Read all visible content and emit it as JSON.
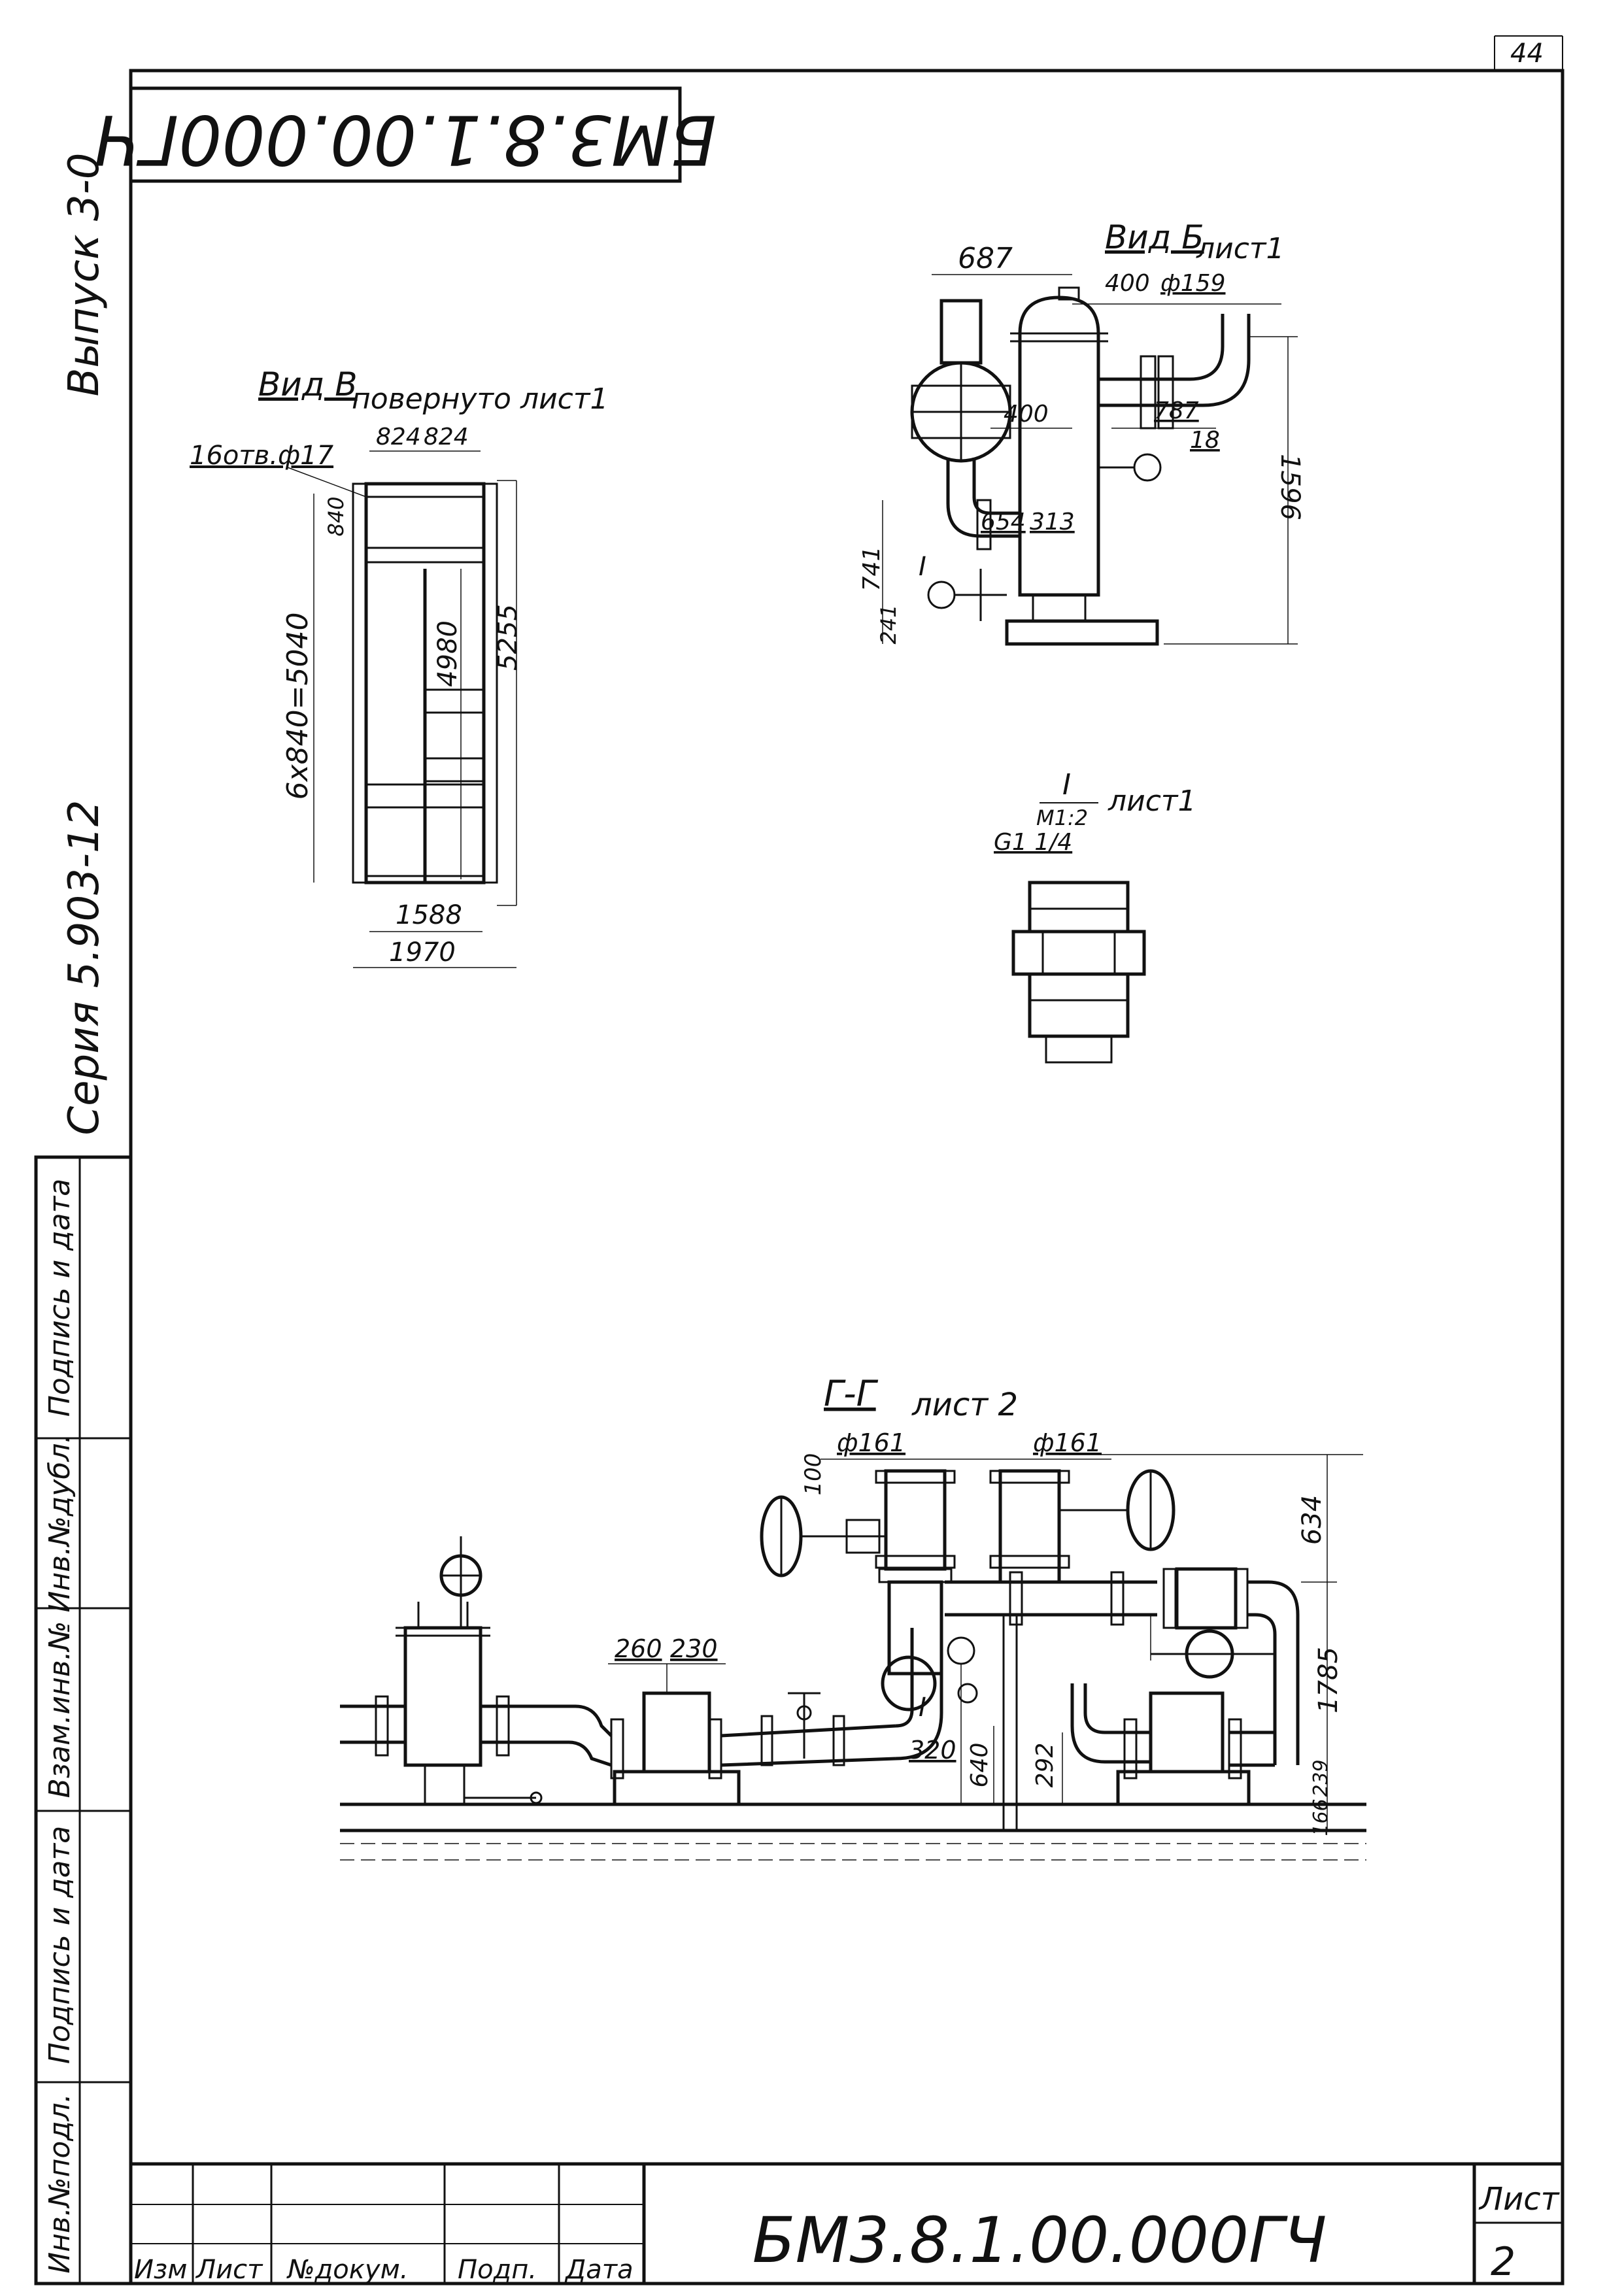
{
  "sheet": {
    "page_number": "44",
    "doc_code_top": "БМ3.8.1.00.000ГЧ",
    "doc_code_bottom": "БМ3.8.1.00.000ГЧ",
    "series": "Серия 5.903-12",
    "issue": "Выпуск 3-0",
    "sheet_label": "Лист",
    "sheet_number": "2"
  },
  "side_stamp": {
    "inv_podl": "Инв.№подл.",
    "podpis_data_1": "Подпись и дата",
    "vzam_inv": "Взам.инв.№",
    "inv_dubl": "Инв.№дубл.",
    "podpis_data_2": "Подпись и дата"
  },
  "title_block": {
    "izm": "Изм",
    "list": "Лист",
    "n_dokum": "№докум.",
    "podp": "Подп.",
    "data": "Дата"
  },
  "view_v": {
    "title": "Вид В",
    "subtitle": "повернуто лист1",
    "holes": "16отв.ф17",
    "dim_824a": "824",
    "dim_824b": "824",
    "dim_840": "840",
    "dim_total": "6x840=5040",
    "dim_4980": "4980",
    "dim_5255": "5255",
    "dim_1588": "1588",
    "dim_1970": "1970"
  },
  "view_b": {
    "title": "Вид Б",
    "subtitle": "лист1",
    "dim_687": "687",
    "dim_400a": "400",
    "dim_d159": "ф159",
    "dim_400b": "400",
    "dim_787": "787",
    "dim_18": "18",
    "dim_654": "654",
    "dim_313": "313",
    "dim_741": "741",
    "dim_241": "241",
    "dim_1596": "1596",
    "callout": "I"
  },
  "detail_i": {
    "title": "I",
    "scale": "М1:2",
    "subtitle": "лист1",
    "thread": "G1 1/4"
  },
  "section_g": {
    "title": "Г-Г",
    "subtitle": "лист 2",
    "dim_d161a": "ф161",
    "dim_d161b": "ф161",
    "dim_100": "100",
    "dim_634": "634",
    "dim_1785": "1785",
    "dim_260": "260",
    "dim_230": "230",
    "dim_320": "320",
    "dim_640": "640",
    "dim_292": "292",
    "dim_166": "166",
    "dim_239": "239",
    "callout": "I"
  }
}
